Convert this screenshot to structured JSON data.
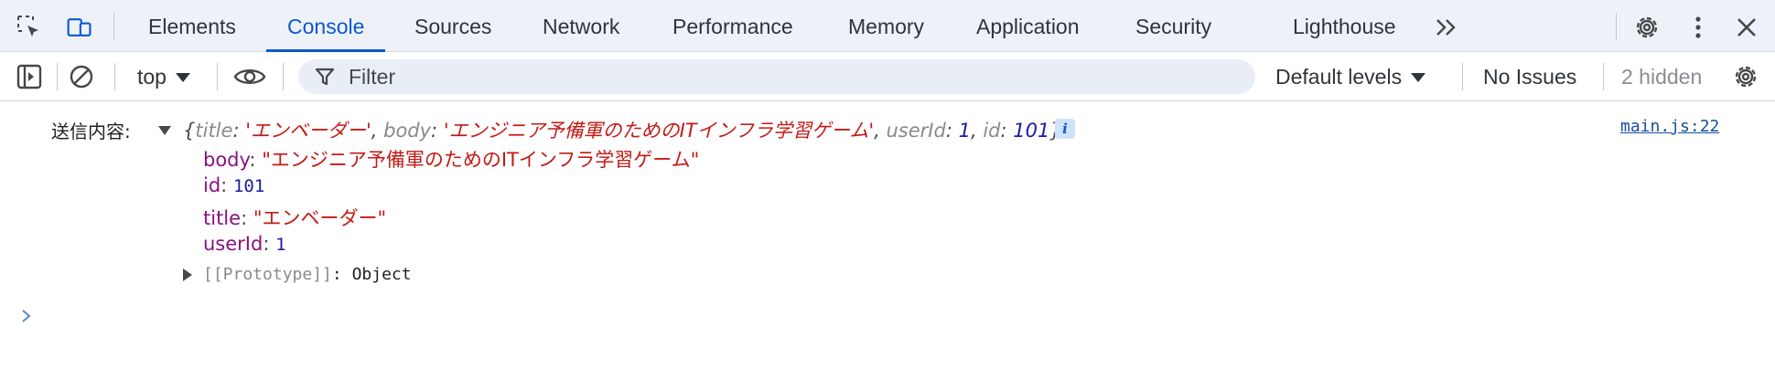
{
  "tabbar": {
    "tabs": [
      {
        "label": "Elements",
        "active": false
      },
      {
        "label": "Console",
        "active": true
      },
      {
        "label": "Sources",
        "active": false
      },
      {
        "label": "Network",
        "active": false
      },
      {
        "label": "Performance",
        "active": false
      },
      {
        "label": "Memory",
        "active": false
      },
      {
        "label": "Application",
        "active": false
      },
      {
        "label": "Security",
        "active": false
      },
      {
        "label": "Lighthouse",
        "active": false
      }
    ],
    "icons": [
      "inspect-element-icon",
      "device-toolbar-icon",
      "more-tabs-icon",
      "settings-icon",
      "kebab-menu-icon",
      "close-icon"
    ]
  },
  "toolbar": {
    "context": "top",
    "filter_placeholder": "Filter",
    "levels": "Default levels",
    "issues": "No Issues",
    "hidden": "2 hidden",
    "icons": [
      "show-sidebar-icon",
      "clear-console-icon",
      "live-expression-eye-icon",
      "filter-icon",
      "console-settings-icon"
    ]
  },
  "console": {
    "message_label": "送信内容:",
    "summary": {
      "open": "{",
      "close": "}",
      "title_key": "title",
      "title_val": "'エンベーダー'",
      "body_key": "body",
      "body_val": "'エンジニア予備軍のためのITインフラ学習ゲーム'",
      "userId_key": "userId",
      "userId_val": "1",
      "id_key": "id",
      "id_val": "101"
    },
    "info_badge": "i",
    "source": "main.js:22",
    "properties": [
      {
        "key": "body",
        "value": "\"エンジニア予備軍のためのITインフラ学習ゲーム\"",
        "type": "string"
      },
      {
        "key": "id",
        "value": "101",
        "type": "number"
      },
      {
        "key": "title",
        "value": "\"エンベーダー\"",
        "type": "string"
      },
      {
        "key": "userId",
        "value": "1",
        "type": "number"
      }
    ],
    "prototype_key": "[[Prototype]]",
    "prototype_value": "Object"
  },
  "colors": {
    "accent": "#0b57d0",
    "tabbar_bg": "#eef2f8",
    "string": "#c41a16",
    "number": "#1a1aa6",
    "key": "#881280"
  }
}
